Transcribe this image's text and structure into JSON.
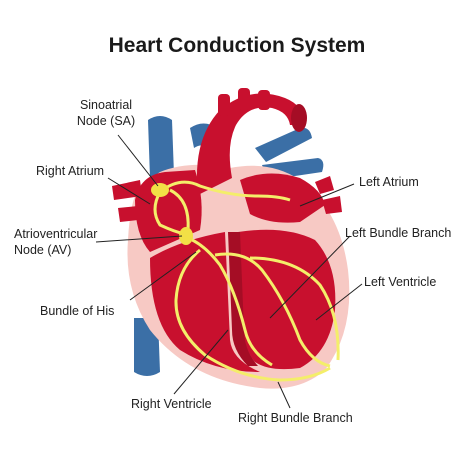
{
  "title": "Heart Conduction System",
  "labels": {
    "sa_node": "Sinoatrial\nNode (SA)",
    "right_atrium": "Right Atrium",
    "av_node": "Atrioventricular\nNode (AV)",
    "bundle_of_his": "Bundle of His",
    "right_ventricle": "Right Ventricle",
    "right_bundle_branch": "Right Bundle Branch",
    "left_atrium": "Left Atrium",
    "left_bundle_branch": "Left Bundle Branch",
    "left_ventricle": "Left Ventricle"
  },
  "colors": {
    "muscle": "#c8102e",
    "muscle_dark": "#a50d25",
    "tissue": "#f7c9c4",
    "vein": "#3b6fa6",
    "conduction": "#f4ee6a",
    "node": "#f2e046",
    "leader": "#222222"
  }
}
